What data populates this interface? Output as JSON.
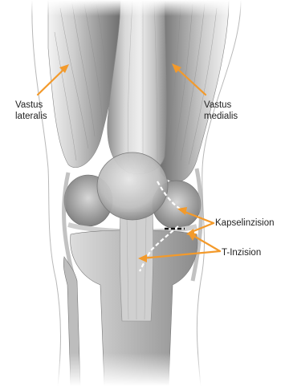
{
  "labels": {
    "vastus_lateralis_line1": "Vastus",
    "vastus_lateralis_line2": "lateralis",
    "vastus_medialis_line1": "Vastus",
    "vastus_medialis_line2": "medialis",
    "kapselinzision": "Kapselinzision",
    "t_inzision": "T-Inzision"
  },
  "colors": {
    "arrow": "#F39A2B",
    "incision": "#ffffff",
    "t_mark": "#111111",
    "label_text": "#222222"
  }
}
